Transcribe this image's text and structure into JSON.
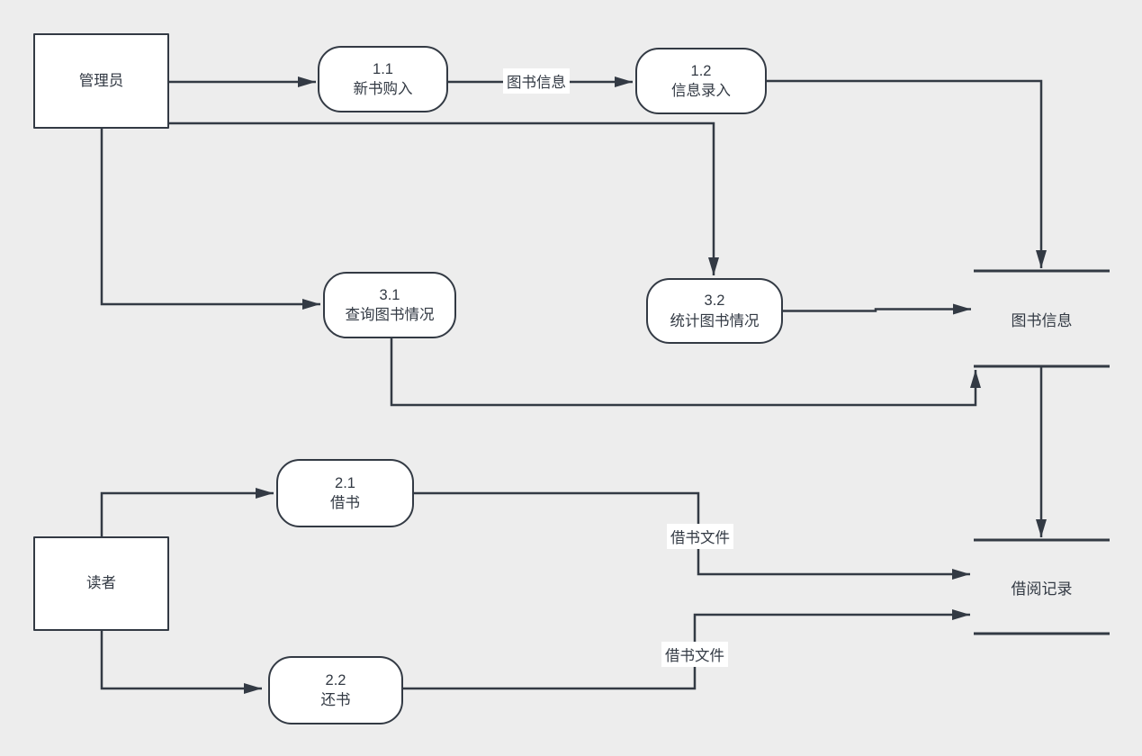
{
  "colors": {
    "background": "#ededed",
    "stroke": "#333a44",
    "node_fill": "#ffffff",
    "label_bg": "#ffffff",
    "text": "#333a44"
  },
  "nodes": {
    "admin": {
      "label": "管理员"
    },
    "reader": {
      "label": "读者"
    },
    "p11": {
      "number": "1.1",
      "name": "新书购入"
    },
    "p12": {
      "number": "1.2",
      "name": "信息录入"
    },
    "p31": {
      "number": "3.1",
      "name": "查询图书情况"
    },
    "p32": {
      "number": "3.2",
      "name": "统计图书情况"
    },
    "p21": {
      "number": "2.1",
      "name": "借书"
    },
    "p22": {
      "number": "2.2",
      "name": "还书"
    }
  },
  "stores": {
    "books": {
      "label": "图书信息"
    },
    "borrow": {
      "label": "借阅记录"
    }
  },
  "flow_labels": {
    "book_info": "图书信息",
    "borrow_file_top": "借书文件",
    "borrow_file_bottom": "借书文件"
  }
}
